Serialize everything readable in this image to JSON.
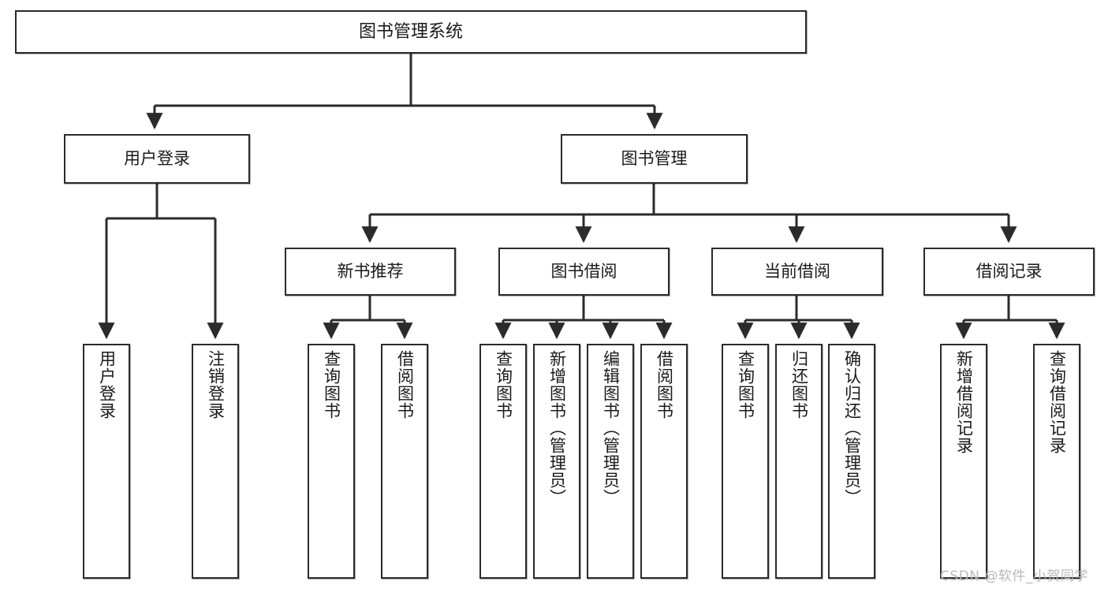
{
  "diagram": {
    "title": "图书管理系统",
    "watermark": "CSDN @软件_小贺同学",
    "edge_color": "#2b2b2b",
    "box_border_color": "#2b2b2b",
    "box_fill_color": "#ffffff",
    "nodes": {
      "root": {
        "label": "图书管理系统"
      },
      "level2": [
        {
          "id": "user-login",
          "label": "用户登录"
        },
        {
          "id": "book-manage",
          "label": "图书管理"
        }
      ],
      "level3": [
        {
          "id": "new-book-recommend",
          "label": "新书推荐"
        },
        {
          "id": "book-borrow",
          "label": "图书借阅"
        },
        {
          "id": "current-borrow",
          "label": "当前借阅"
        },
        {
          "id": "borrow-record",
          "label": "借阅记录"
        }
      ],
      "leaves": [
        {
          "id": "leaf-user-login",
          "label": "用户登录",
          "parent": "用户登录"
        },
        {
          "id": "leaf-logout-login",
          "label": "注销登录",
          "parent": "用户登录"
        },
        {
          "id": "leaf-query-book-1",
          "label": "查询图书",
          "parent": "新书推荐"
        },
        {
          "id": "leaf-borrow-book-1",
          "label": "借阅图书",
          "parent": "新书推荐"
        },
        {
          "id": "leaf-query-book-2",
          "label": "查询图书",
          "parent": "图书借阅"
        },
        {
          "id": "leaf-add-book",
          "label": "新增图书（管理员）",
          "parent": "图书借阅"
        },
        {
          "id": "leaf-edit-book",
          "label": "编辑图书（管理员）",
          "parent": "图书借阅"
        },
        {
          "id": "leaf-borrow-book-2",
          "label": "借阅图书",
          "parent": "图书借阅"
        },
        {
          "id": "leaf-query-book-3",
          "label": "查询图书",
          "parent": "当前借阅"
        },
        {
          "id": "leaf-return-book",
          "label": "归还图书",
          "parent": "当前借阅"
        },
        {
          "id": "leaf-confirm-return",
          "label": "确认归还（管理员）",
          "parent": "当前借阅"
        },
        {
          "id": "leaf-add-record",
          "label": "新增借阅记录",
          "parent": "借阅记录"
        },
        {
          "id": "leaf-query-record",
          "label": "查询借阅记录",
          "parent": "借阅记录"
        }
      ]
    }
  }
}
